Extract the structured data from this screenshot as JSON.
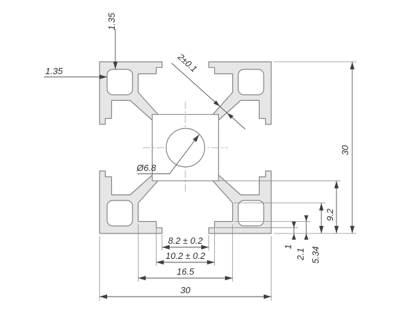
{
  "drawing": {
    "labels": {
      "wall_thickness_top": "1.35",
      "wall_thickness_left": "1.35",
      "web_thickness": "2±0.1",
      "center_bore": "Ø6.8",
      "overall_height": "30",
      "overall_width": "30",
      "slot_cavity_width": "16.5",
      "slot_step_width": "10.2 ± 0.2",
      "slot_opening_width": "8.2 ± 0.2",
      "slot_depth": "9.2",
      "slot_mid_depth": "5.34",
      "lip_depth": "2.1",
      "lip_step_depth": "1"
    },
    "colors": {
      "material": "#e6e6e6",
      "outline": "#828282",
      "dimension": "#4d4d4d",
      "background": "#ffffff"
    }
  }
}
